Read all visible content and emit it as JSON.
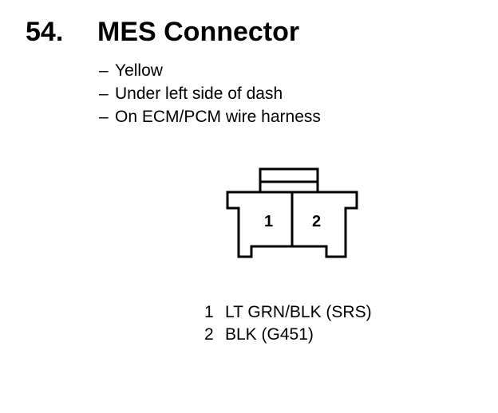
{
  "heading": {
    "number": "54.",
    "title": "MES Connector"
  },
  "notes": [
    "Yellow",
    "Under left side of dash",
    "On ECM/PCM wire harness"
  ],
  "note_prefix": "–",
  "connector": {
    "terminals": [
      "1",
      "2"
    ]
  },
  "pinout": [
    {
      "pin": "1",
      "wire": "LT GRN/BLK (SRS)"
    },
    {
      "pin": "2",
      "wire": "BLK (G451)"
    }
  ]
}
